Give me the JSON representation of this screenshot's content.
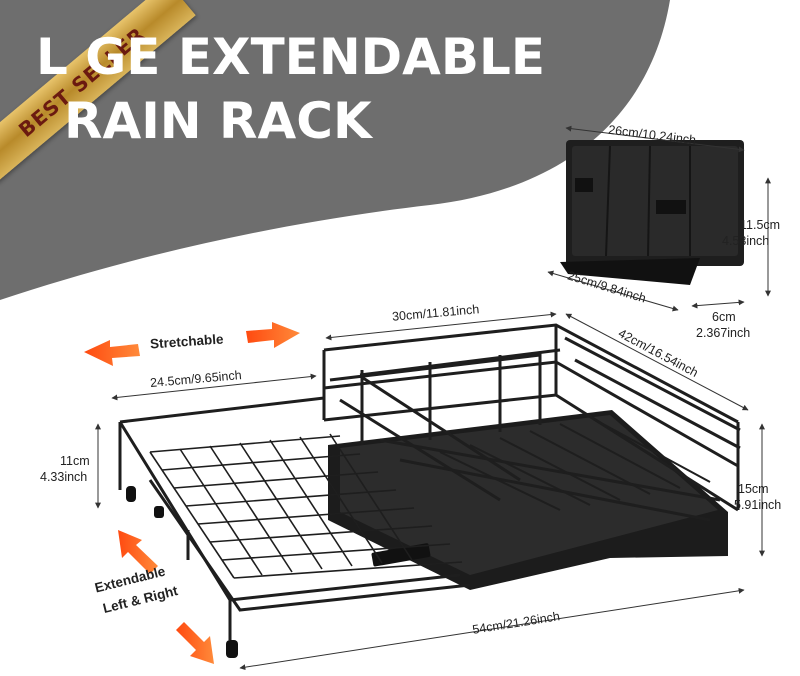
{
  "title_line1": "L  GE EXTENDABLE",
  "title_line2": "RAIN RACK",
  "badge": "BEST SELLER",
  "colors": {
    "banner": "#6e6e6e",
    "accent_arrow": "#ff5a1a",
    "gold": "#d4a94a",
    "rack": "#1e1e1e"
  },
  "utensil_holder": {
    "width": "26cm/10.24inch",
    "height_cm": "11.5cm",
    "height_in": "4.53inch",
    "depth": "25cm/9.84inch",
    "base_cm": "6cm",
    "base_in": "2.367inch"
  },
  "rack": {
    "width_top": "30cm/11.81inch",
    "depth": "42cm/16.54inch",
    "extension_width": "24.5cm/9.65inch",
    "left_height_cm": "11cm",
    "left_height_in": "4.33inch",
    "right_height_cm": "15cm",
    "right_height_in": "5.91inch",
    "total_length": "54cm/21.26inch"
  },
  "labels": {
    "stretchable": "Stretchable",
    "extendable_line1": "Extendable",
    "extendable_line2": "Left & Right"
  }
}
